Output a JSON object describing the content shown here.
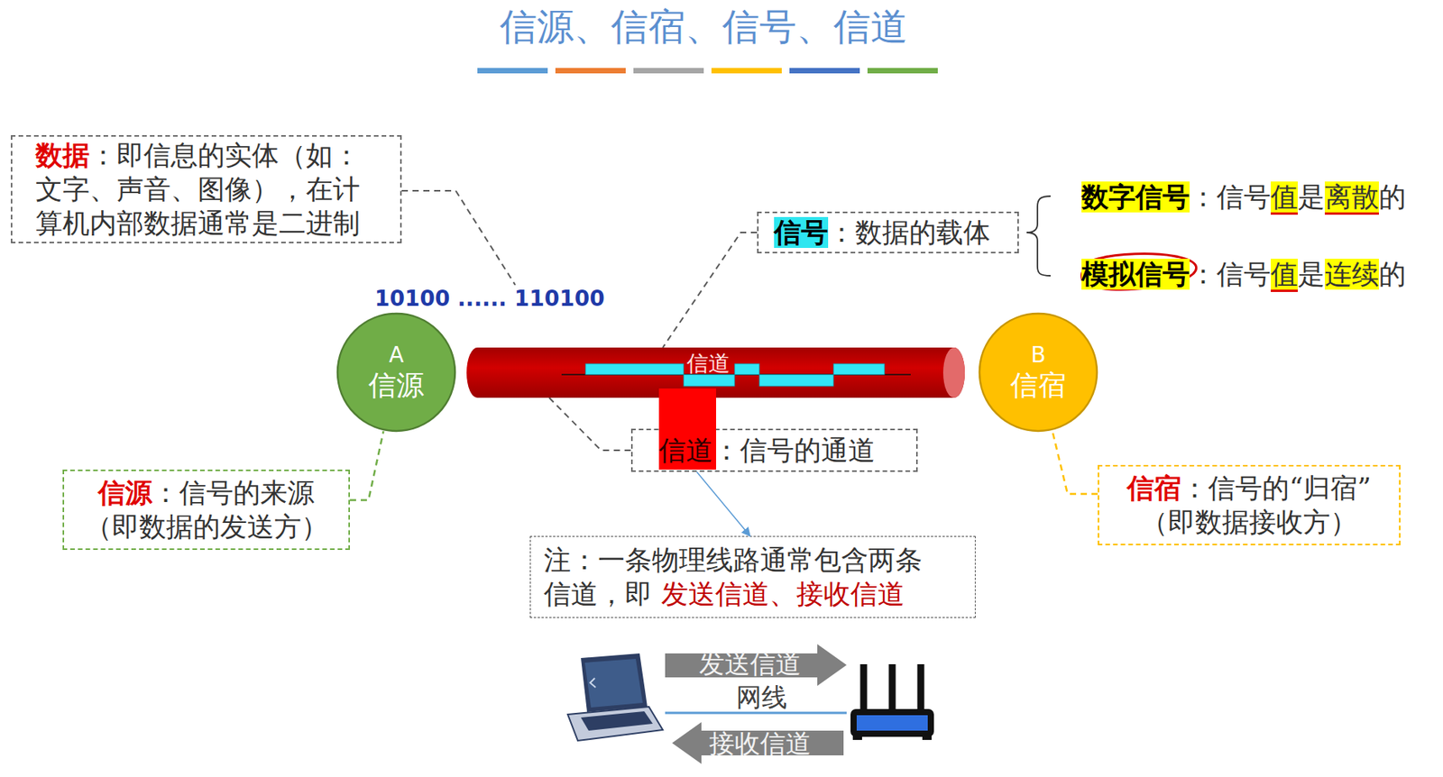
{
  "diagram": {
    "title": "信源、信宿、信号、信道",
    "nodes": [
      {
        "text": [
          "数据",
          "：即信息的实体（如：文字、声音、图像），在计算机内部数据通常是二进制"
        ]
      },
      {
        "text": [
          "A",
          "信源"
        ]
      },
      {
        "text": [
          "信道"
        ]
      },
      {
        "text": [
          "B",
          "信宿"
        ]
      },
      {
        "text": [
          "信号",
          "：数据的载体"
        ]
      },
      {
        "text": [
          "信道",
          "：信号的通道"
        ]
      },
      {
        "text": [
          "信源",
          "：信号的来源",
          "（即数据的发送方）"
        ]
      },
      {
        "text": [
          "信宿",
          "：信号的“归宿”",
          "（即数据接收方）"
        ]
      },
      {
        "text": [
          "注：一条物理线路通常包含两条信道，即",
          "发送信道、接收信道"
        ]
      }
    ],
    "edges": [
      {
        "from": 4,
        "to": 2,
        "arrow": "none"
      },
      {
        "from": 2,
        "to": 5,
        "arrow": "none"
      },
      {
        "from": 6,
        "to": 1,
        "arrow": "none"
      },
      {
        "from": 7,
        "to": 3,
        "arrow": "none"
      },
      {
        "from": 5,
        "to": 8,
        "arrow": "to"
      }
    ],
    "labels": [
      "10100 ...... 110100",
      "数字信号",
      "：信号",
      "值",
      "是",
      "离散",
      "的",
      "模拟信号",
      "：信号",
      "值",
      "是",
      "连续",
      "的",
      "发送信道",
      "网线",
      "接收信道"
    ]
  }
}
